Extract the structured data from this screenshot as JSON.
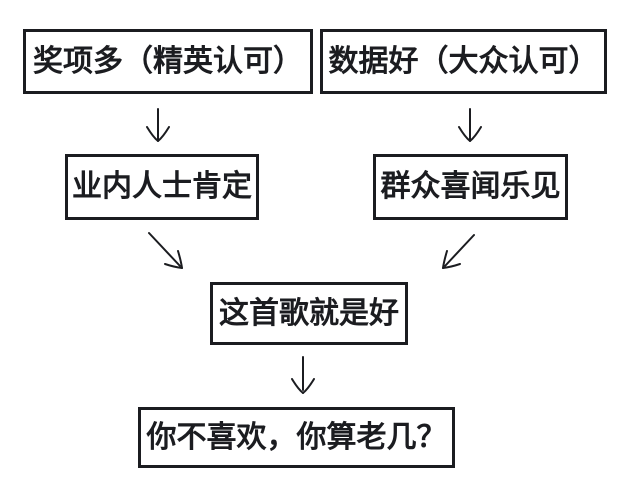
{
  "diagram": {
    "type": "flowchart",
    "colors": {
      "background": "#ffffff",
      "line": "#1b1c20",
      "text": "#1b1c20"
    },
    "nodes": {
      "awards": {
        "label": "奖项多（精英认可）"
      },
      "data_good": {
        "label": "数据好（大众认可）"
      },
      "industry": {
        "label": "业内人士肯定"
      },
      "masses": {
        "label": "群众喜闻乐见"
      },
      "song": {
        "label": "这首歌就是好"
      },
      "conclusion": {
        "label": "你不喜欢，你算老几？"
      }
    },
    "edges": [
      {
        "from": "awards",
        "to": "industry",
        "direction": "down"
      },
      {
        "from": "data_good",
        "to": "masses",
        "direction": "down"
      },
      {
        "from": "industry",
        "to": "song",
        "direction": "down-right"
      },
      {
        "from": "masses",
        "to": "song",
        "direction": "down-left"
      },
      {
        "from": "song",
        "to": "conclusion",
        "direction": "down"
      }
    ]
  }
}
